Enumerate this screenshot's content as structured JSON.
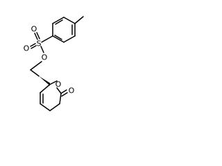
{
  "figure": {
    "description": "",
    "atoms": {
      "sulfur": "S",
      "sulfonyl_oxygen_1": "O",
      "sulfonyl_oxygen_2": "O",
      "ester_oxygen": "O",
      "ring_oxygen": "O",
      "carbonyl_oxygen": "O"
    },
    "colors": {
      "bond": "#000000",
      "background": "#ffffff"
    }
  }
}
